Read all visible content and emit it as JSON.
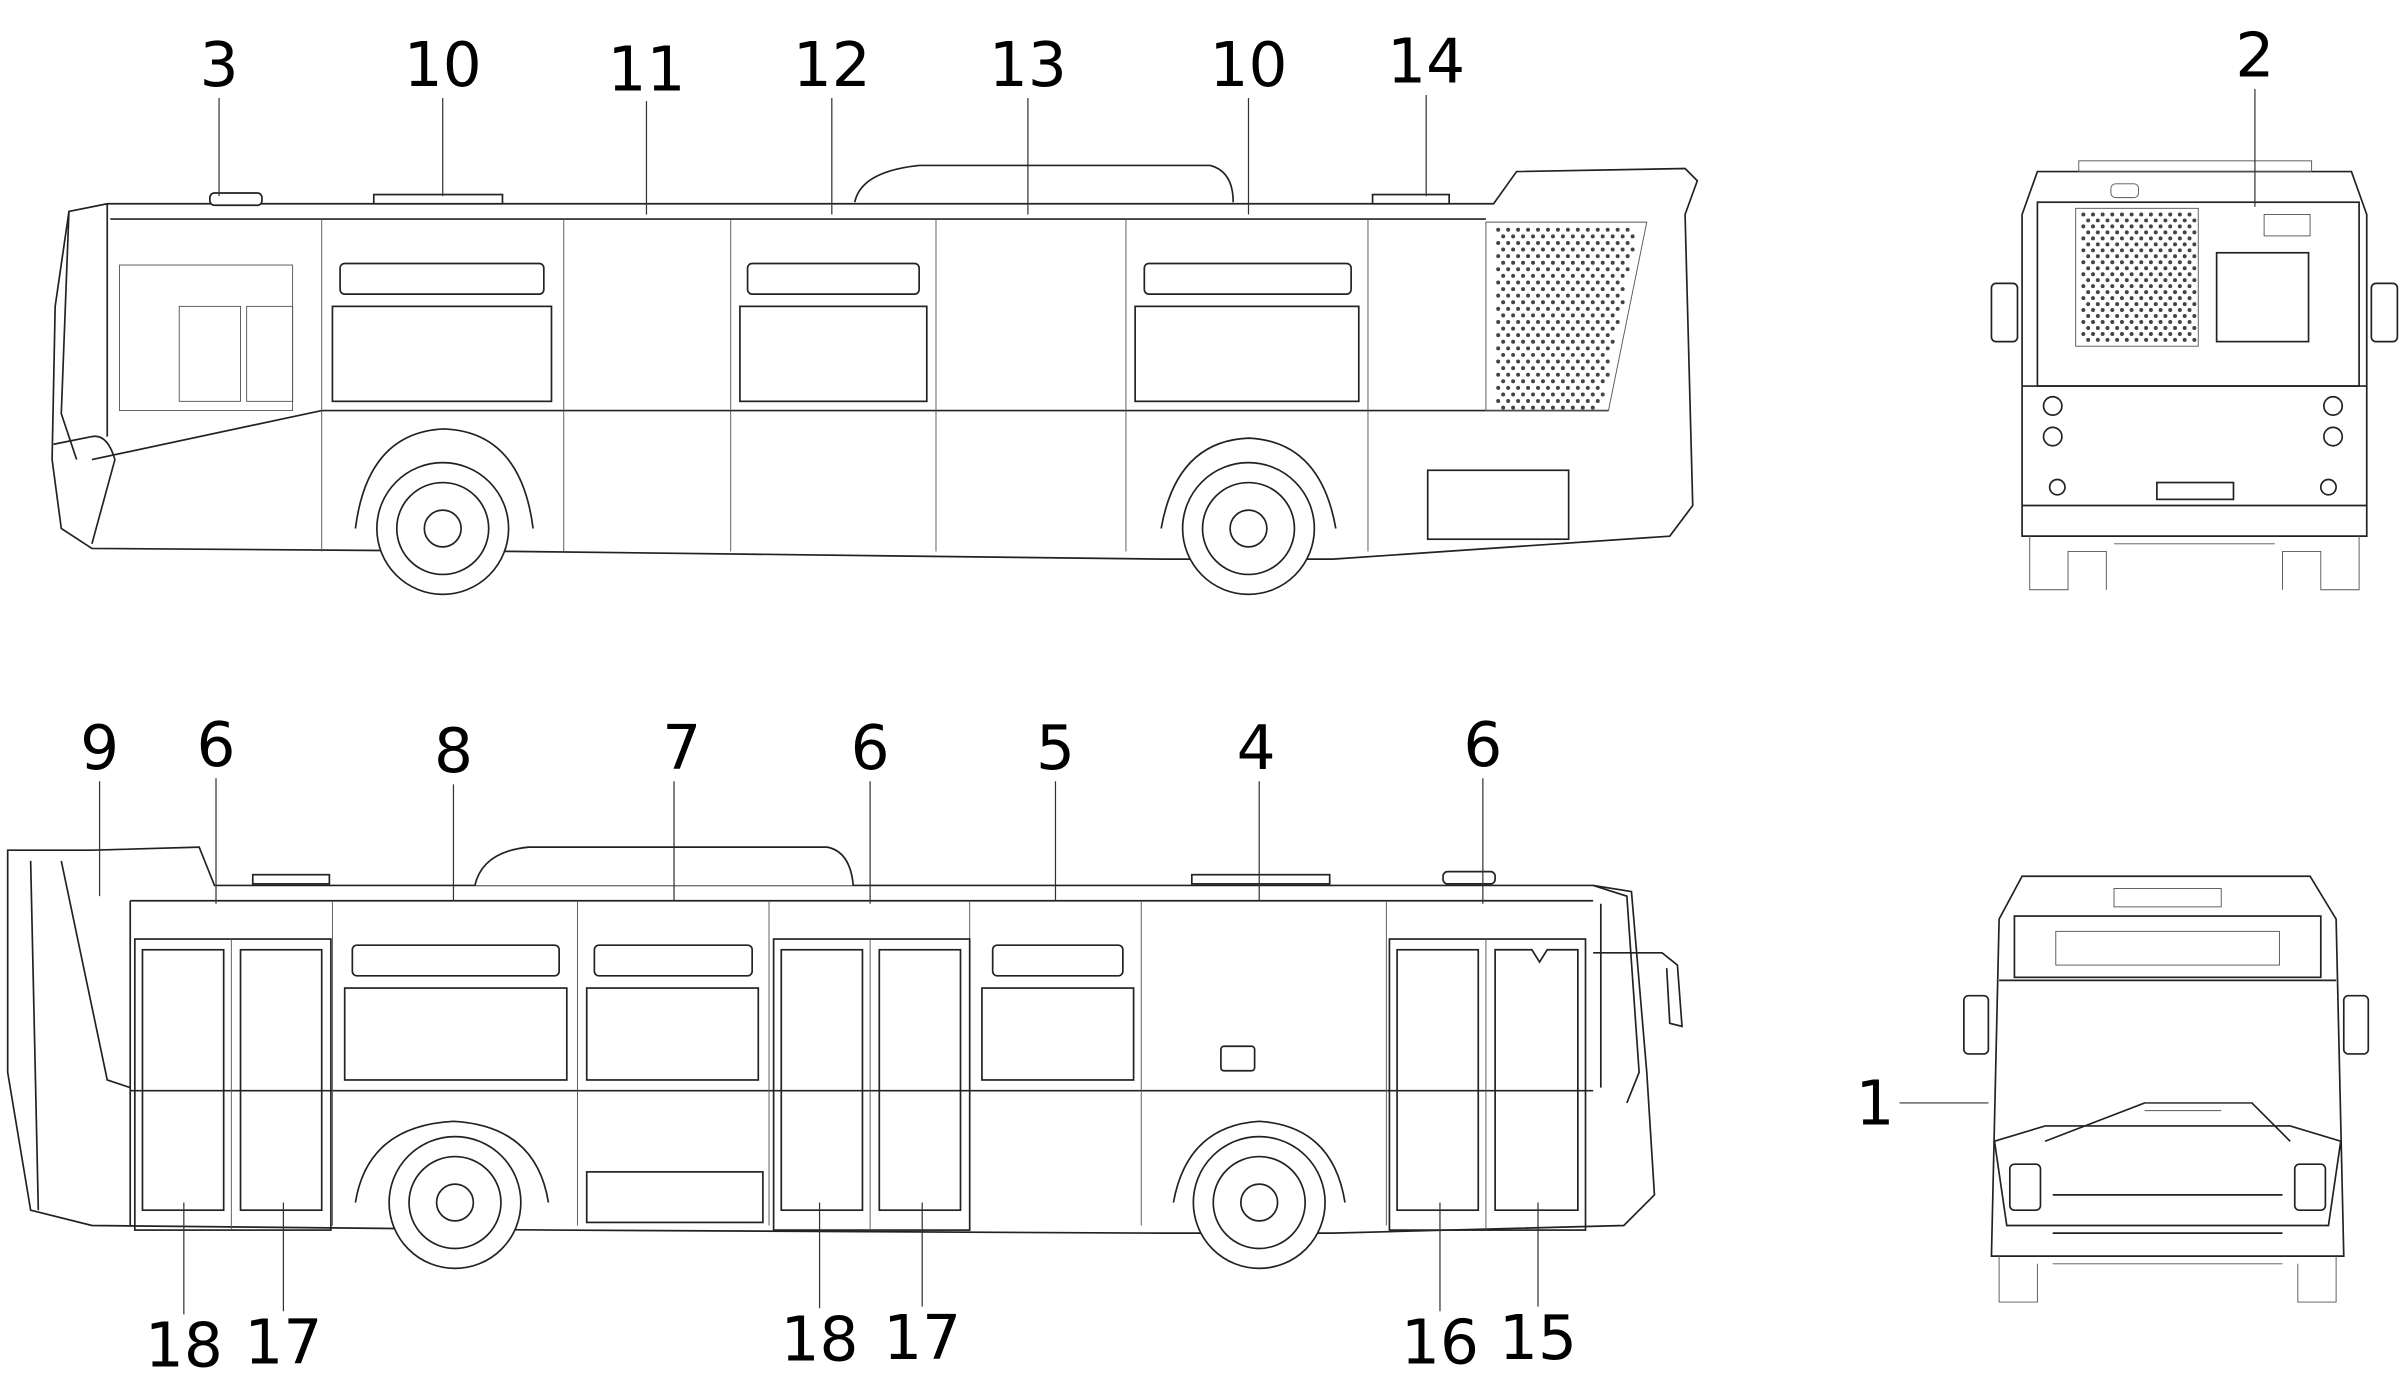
{
  "diagram": {
    "rear_right_side_view": {
      "labels": [
        "3",
        "10",
        "11",
        "12",
        "13",
        "10",
        "14"
      ]
    },
    "rear_view": {
      "labels": [
        "2"
      ]
    },
    "left_door_side_view": {
      "top_labels": [
        "9",
        "6",
        "8",
        "7",
        "6",
        "5",
        "4",
        "6"
      ],
      "bottom_labels": [
        "18",
        "17",
        "18",
        "17",
        "16",
        "15"
      ]
    },
    "front_view": {
      "labels": [
        "1"
      ]
    }
  }
}
